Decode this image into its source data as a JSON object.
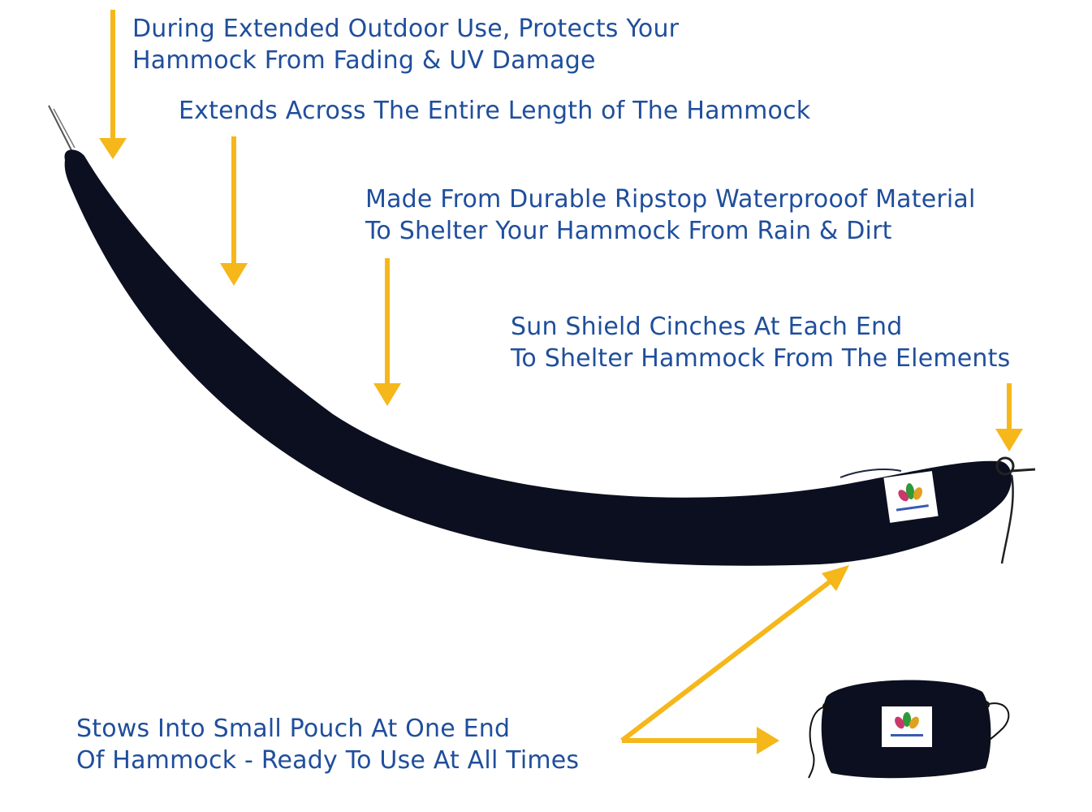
{
  "colors": {
    "text": "#1f4e9c",
    "arrow": "#f5b71a",
    "hammock": "#0b0f1f",
    "label_bg": "#ffffff"
  },
  "callouts": {
    "uv_protection": {
      "line1": "During Extended Outdoor Use, Protects Your",
      "line2": "Hammock From Fading & UV Damage"
    },
    "full_length": {
      "line1": "Extends Across The Entire Length of The Hammock"
    },
    "ripstop": {
      "line1": "Made From Durable Ripstop Waterprooof Material",
      "line2": "To Shelter Your Hammock From Rain & Dirt"
    },
    "cinch": {
      "line1": "Sun Shield Cinches  At Each End",
      "line2": "To Shelter Hammock From The Elements"
    },
    "pouch": {
      "line1": "Stows Into Small Pouch At One End",
      "line2": "Of Hammock - Ready To Use At All Times"
    }
  },
  "icons": {
    "arrows": "down-arrow-icon",
    "logo": "lotus-logo-icon"
  }
}
